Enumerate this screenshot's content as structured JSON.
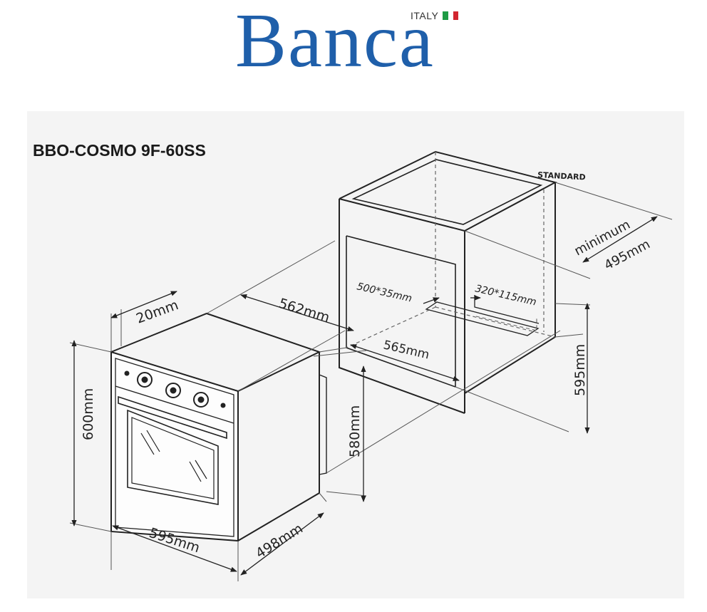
{
  "brand": {
    "name": "Banca",
    "origin": "ITALY",
    "color": "#1f5faa",
    "flag_colors": [
      "#1e9b45",
      "#ffffff",
      "#d22630"
    ]
  },
  "panel": {
    "background": "#f4f4f4"
  },
  "product": {
    "model": "BBO-COSMO 9F-60SS"
  },
  "dimensions": {
    "insulation_gap": "20mm",
    "oven_depth_562": "562mm",
    "oven_height": "600mm",
    "oven_width": "595mm",
    "oven_depth_498": "498mm",
    "cabinet_height_580": "580mm",
    "cavity_width": "565mm",
    "cavity_height": "595mm",
    "vent_rear": "500*35mm",
    "vent_side": "320*115mm",
    "cabinet_depth_label": "minimum",
    "cabinet_depth": "495mm",
    "standard_label": "STANDARD"
  }
}
